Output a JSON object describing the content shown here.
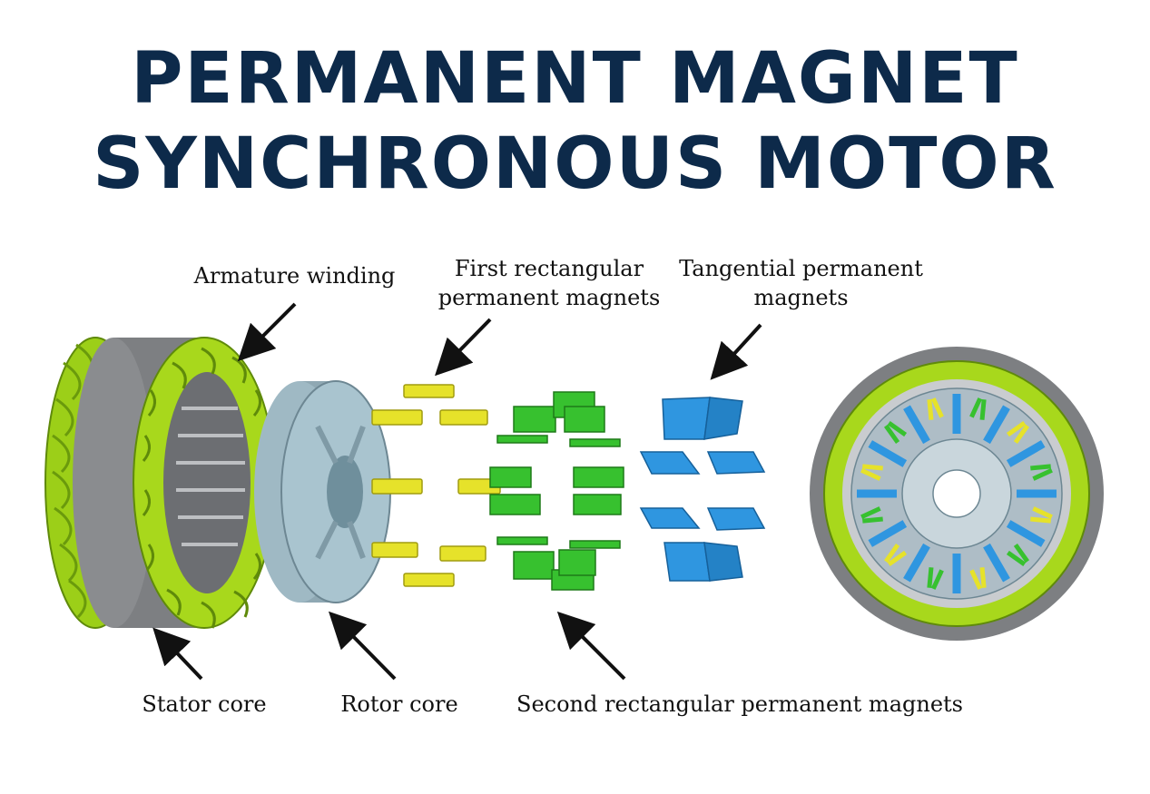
{
  "title": {
    "line1": "PERMANENT MAGNET",
    "line2": "SYNCHRONOUS MOTOR"
  },
  "labels": {
    "armature_winding": "Armature winding",
    "first_magnets_line1": "First rectangular",
    "first_magnets_line2": "permanent magnets",
    "tangential_line1": "Tangential permanent",
    "tangential_line2": "magnets",
    "stator_core": "Stator core",
    "rotor_core": "Rotor core",
    "second_magnets": "Second rectangular permanent magnets"
  },
  "colors": {
    "title": "#0d2a4a",
    "winding": "#a8d81c",
    "stator": "#7d7f82",
    "rotor": "#a9c4cf",
    "first_magnets": "#e6e22a",
    "second_magnets": "#37c12f",
    "tangential_magnets": "#2f96e0"
  }
}
